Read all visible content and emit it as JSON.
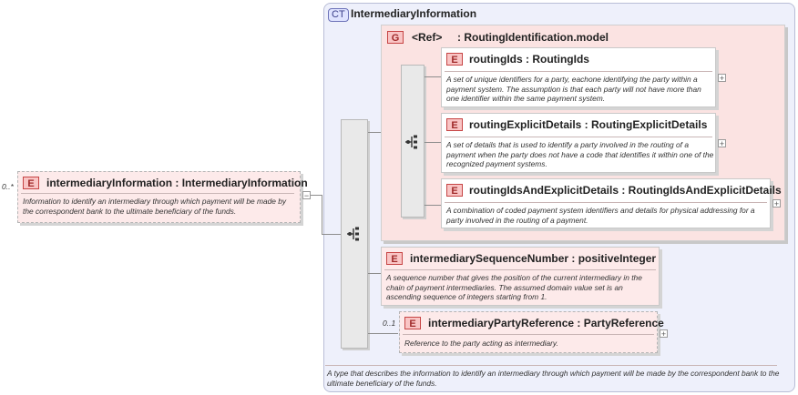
{
  "complex_type": {
    "tag": "CT",
    "name": "IntermediaryInformation",
    "description": "A type that describes the information to identify an intermediary through which payment will be made by the correspondent bank to the ultimate beneficiary of the funds."
  },
  "root_element": {
    "cardinality": "0..*",
    "tag": "E",
    "title": "intermediaryInformation : IntermediaryInformation",
    "description": "Information to identify an intermediary through which payment will be made by the correspondent bank to the ultimate beneficiary of the funds.",
    "collapse": "−"
  },
  "group": {
    "tag": "G",
    "title": "<Ref>     : RoutingIdentification.model"
  },
  "group_elements": [
    {
      "tag": "E",
      "title": "routingIds : RoutingIds",
      "description": "A set of unique identifiers for a party, eachone identifying the party within a payment system. The assumption is that each party will not have more than one identifier within the same payment system.",
      "expand": "+"
    },
    {
      "tag": "E",
      "title": "routingExplicitDetails : RoutingExplicitDetails",
      "description": "A set of details that is used to identify a party involved in the routing of a payment when the party does not have a code that identifies it within one of the recognized payment systems.",
      "expand": "+"
    },
    {
      "tag": "E",
      "title": "routingIdsAndExplicitDetails : RoutingIdsAndExplicitDetails",
      "description": "A combination of coded payment system identifiers and details for physical addressing for a party involved in the routing of a payment.",
      "expand": "+"
    }
  ],
  "sequence_number": {
    "tag": "E",
    "title": "intermediarySequenceNumber : positiveInteger",
    "description": "A sequence number that gives the position of the current intermediary in the chain of payment intermediaries. The assumed domain value set is an ascending sequence of integers starting from 1."
  },
  "party_reference": {
    "cardinality": "0..1",
    "tag": "E",
    "title": "intermediaryPartyReference : PartyReference",
    "description": "Reference to the party acting as intermediary.",
    "expand": "+"
  },
  "icons": {
    "sequence": "sequence-compositor-icon",
    "choice": "choice-compositor-icon"
  }
}
